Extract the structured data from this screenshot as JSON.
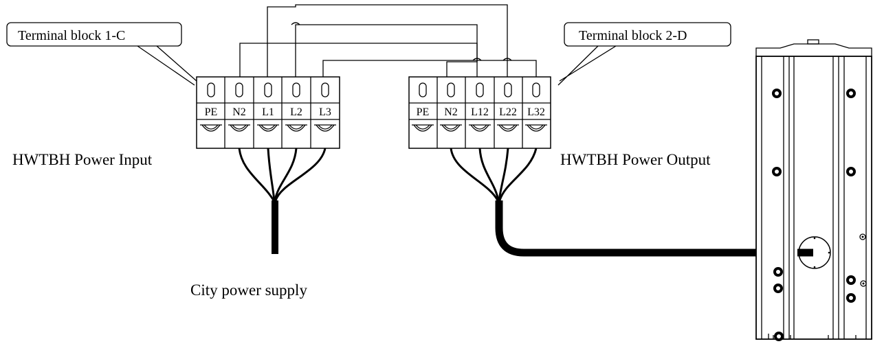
{
  "callouts": {
    "left": "Terminal block 1-C",
    "right": "Terminal block 2-D"
  },
  "captions": {
    "input": "HWTBH Power Input",
    "output": "HWTBH Power Output",
    "supply": "City power supply"
  },
  "terminals": {
    "left": [
      "PE",
      "N2",
      "L1",
      "L2",
      "L3"
    ],
    "right": [
      "PE",
      "N2",
      "L12",
      "L22",
      "L32"
    ]
  }
}
